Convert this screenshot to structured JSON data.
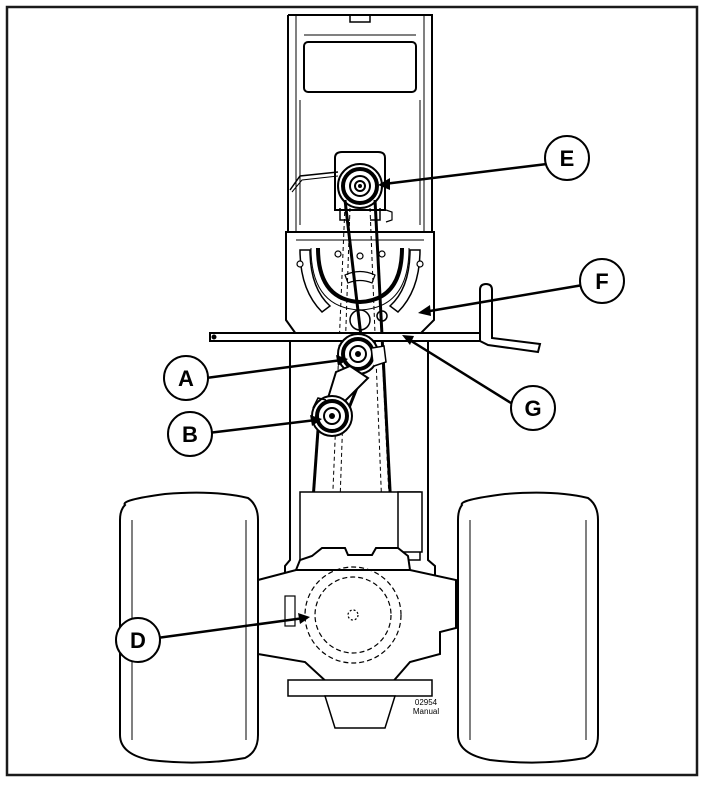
{
  "diagram": {
    "callouts": [
      {
        "id": "A",
        "text": "A"
      },
      {
        "id": "B",
        "text": "B"
      },
      {
        "id": "D",
        "text": "D"
      },
      {
        "id": "E",
        "text": "E"
      },
      {
        "id": "F",
        "text": "F"
      },
      {
        "id": "G",
        "text": "G"
      }
    ],
    "reference": {
      "number": "02954",
      "word": "Manual"
    },
    "colors": {
      "line": "#000000",
      "frame": "#1a1a1a",
      "fill": "#ffffff"
    }
  }
}
